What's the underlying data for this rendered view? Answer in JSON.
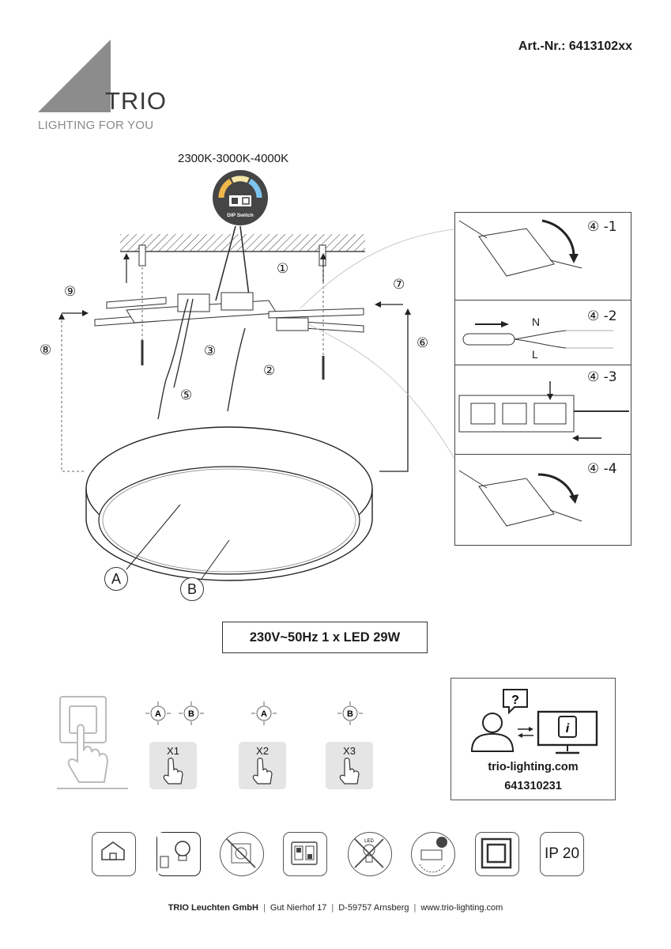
{
  "header": {
    "article_number": "Art.-Nr.: 6413102xx",
    "brand": "TRIO",
    "tagline": "LIGHTING FOR YOU"
  },
  "diagram": {
    "cct_label": "2300K-3000K-4000K",
    "dip_switch_label": "DIP Switch",
    "step_numbers": [
      "①",
      "②",
      "③",
      "⑤",
      "⑥",
      "⑦",
      "⑧",
      "⑨"
    ],
    "part_labels": [
      "A",
      "B"
    ]
  },
  "wiring_panels": [
    {
      "label": "④ -1"
    },
    {
      "label": "④ -2",
      "n_label": "N",
      "l_label": "L"
    },
    {
      "label": "④ -3"
    },
    {
      "label": "④ -4"
    }
  ],
  "spec": "230V~50Hz  1 x LED 29W",
  "switch_modes": [
    {
      "lights": [
        "A",
        "B"
      ],
      "presses": "X1"
    },
    {
      "lights": [
        "A"
      ],
      "presses": "X2"
    },
    {
      "lights": [
        "B"
      ],
      "presses": "X3"
    }
  ],
  "info": {
    "website": "trio-lighting.com",
    "code": "641310231"
  },
  "symbols": {
    "ip_rating": "IP 20",
    "led_label": "LED",
    "icon_names": [
      "indoor-use-icon",
      "lamp-type-icon",
      "no-dimmer-icon",
      "switch-icon",
      "no-led-replace-icon",
      "driver-replace-icon",
      "protection-class-icon",
      "ip-rating-icon"
    ]
  },
  "footer": {
    "company": "TRIO Leuchten GmbH",
    "street": "Gut Nierhof 17",
    "city": "D-59757 Arnsberg",
    "web": "www.trio-lighting.com"
  }
}
